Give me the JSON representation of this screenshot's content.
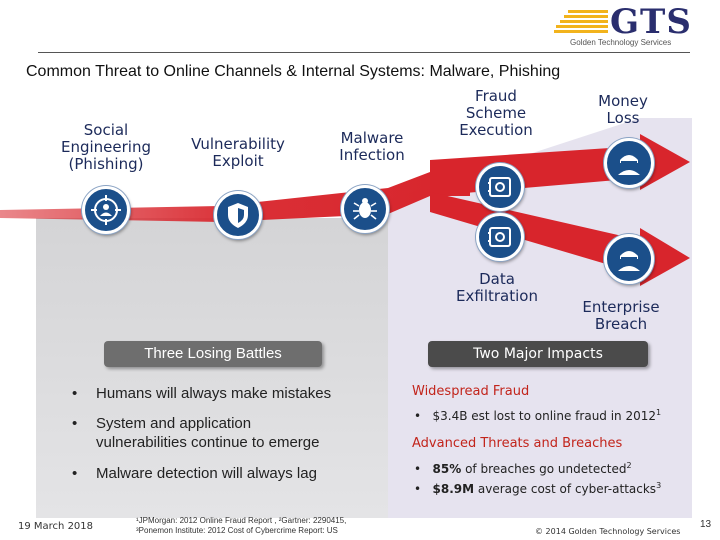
{
  "logo": {
    "name": "GTS",
    "sub": "Golden Technology Services"
  },
  "title": "Common Threat to Online Channels & Internal Systems:  Malware, Phishing",
  "stages": {
    "social": "Social\nEngineering\n(Phishing)",
    "vuln": "Vulnerability\nExploit",
    "malware": "Malware\nInfection",
    "fraud": "Fraud\nScheme\nExecution",
    "money": "Money\nLoss",
    "data": "Data\nExfiltration",
    "enterprise": "Enterprise\nBreach"
  },
  "left_badge": "Three Losing Battles",
  "right_badge": "Two Major Impacts",
  "battles": [
    "Humans will always make mistakes",
    "System and application\nvulnerabilities continue to emerge",
    "Malware detection will always lag"
  ],
  "impacts": {
    "fraud_heading": "Widespread Fraud",
    "fraud_item": "$3.4B est lost to online fraud in 2012",
    "fraud_item_sup": "1",
    "breach_heading": "Advanced Threats and Breaches",
    "breach_item1_bold": "85%",
    "breach_item1": " of breaches go undetected",
    "breach_item1_sup": "2",
    "breach_item2_bold": "$8.9M",
    "breach_item2": " average cost of cyber-attacks",
    "breach_item2_sup": "3"
  },
  "footer": {
    "date": "19 March 2018",
    "refs_line1": "¹JPMorgan: 2012 Online Fraud Report , ²Gartner: 2290415,",
    "refs_line2": "³Ponemon Institute: 2012 Cost of Cybercrime Report: US",
    "copyright": "© 2014 Golden Technology Services",
    "page": "13"
  },
  "icons": [
    "target-person-icon",
    "shield-icon",
    "bug-icon",
    "safe-icon",
    "safe-icon",
    "hacker-icon",
    "hacker-icon"
  ],
  "colors": {
    "arrow_red": "#d8252c",
    "navy": "#1b4f8a",
    "badge_left": "#6e6e6e",
    "badge_right": "#4b4b4b",
    "impact_red": "#c2241b",
    "gold": "#f2b31c"
  }
}
